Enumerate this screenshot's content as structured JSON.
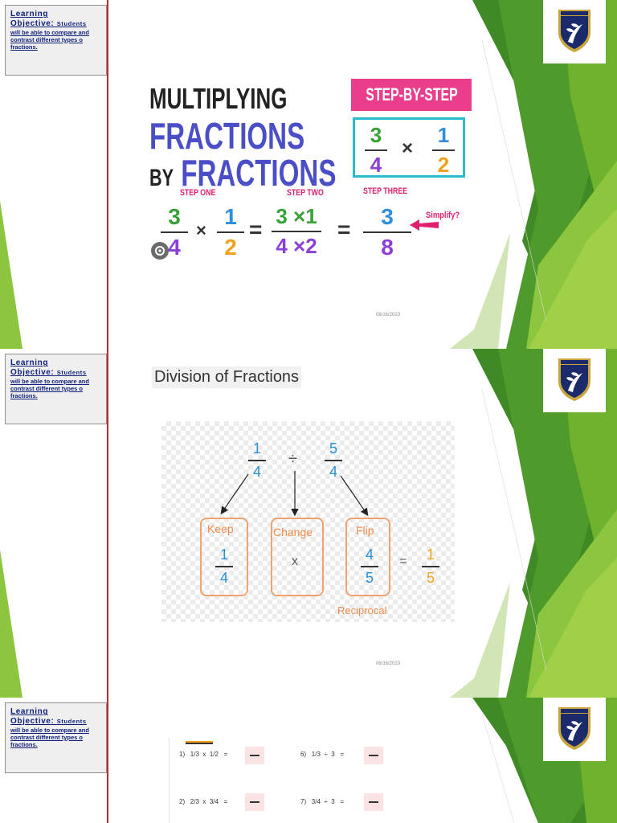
{
  "objective": {
    "heading": "Learning",
    "heading2": "Objective:",
    "lead": "Students",
    "text": "will be able to compare and contrast different types o fractions."
  },
  "slide1": {
    "title_line1": "MULTIPLYING",
    "title_line2": "FRACTIONS",
    "title_by": "BY",
    "title_line3": "FRACTIONS",
    "badge": "STEP-BY-STEP",
    "box": {
      "n1": "3",
      "d1": "4",
      "op": "×",
      "n2": "1",
      "d2": "2"
    },
    "step_one": "STEP ONE",
    "step_two": "STEP TWO",
    "step_three": "STEP THREE",
    "eq": {
      "a_n": "3",
      "a_d": "4",
      "times": "×",
      "b_n": "1",
      "b_d": "2",
      "eq1": "=",
      "c_n": "3 ×1",
      "c_d": "4 ×2",
      "eq2": "=",
      "r_n": "3",
      "r_d": "8"
    },
    "simplify": "Simplify?",
    "date": "08/16/2023",
    "colors": {
      "pink": "#ea3e8c",
      "teal": "#2bbccd",
      "green": "#3aa13a",
      "purple": "#8b3fd9",
      "blue": "#2f8fdc",
      "orange": "#f0a21a"
    }
  },
  "slide2": {
    "title": "Division of Fractions",
    "top": {
      "a_n": "1",
      "a_d": "4",
      "op": "÷",
      "b_n": "5",
      "b_d": "4"
    },
    "keep": "Keep",
    "change": "Change",
    "flip": "Flip",
    "keep_frac": {
      "n": "1",
      "d": "4"
    },
    "change_op": "x",
    "flip_frac": {
      "n": "4",
      "d": "5"
    },
    "equals": "=",
    "result": {
      "n": "1",
      "d": "5"
    },
    "reciprocal": "Reciprocal",
    "date": "08/16/2023"
  },
  "slide3": {
    "problems": [
      {
        "num": "1)",
        "a": "1/3",
        "op": "x",
        "b": "1/2",
        "eq": "="
      },
      {
        "num": "6)",
        "a": "1/3",
        "op": "÷",
        "b": "3",
        "eq": "="
      },
      {
        "num": "2)",
        "a": "2/3",
        "op": "x",
        "b": "3/4",
        "eq": "="
      },
      {
        "num": "7)",
        "a": "3/4",
        "op": "÷",
        "b": "3",
        "eq": "="
      }
    ]
  },
  "brand": {
    "green_dark": "#3f8a24",
    "green_light": "#8cc63f",
    "navy": "#1b2a6b",
    "gold": "#c9a53c"
  }
}
